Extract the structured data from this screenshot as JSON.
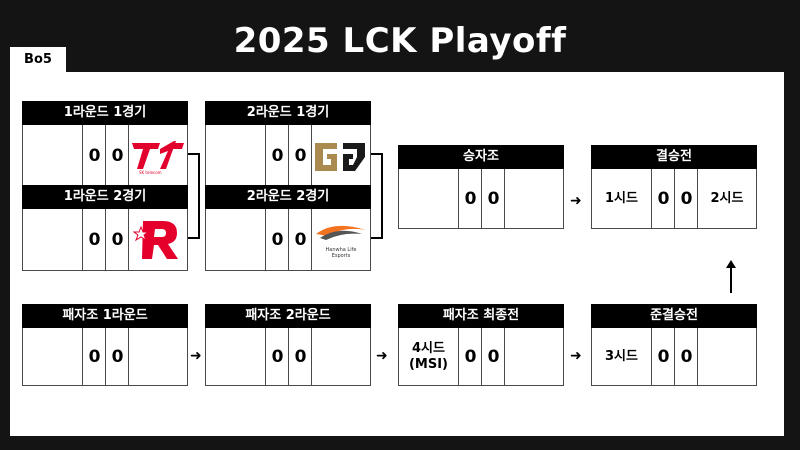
{
  "page": {
    "title": "2025 LCK Playoff",
    "format": "Bo5"
  },
  "matches": {
    "r1g1": {
      "title": "1라운드 1경기",
      "score_left": "0",
      "score_right": "0",
      "team_right": "T1",
      "team_right_logo_sub": "SK telecom"
    },
    "r1g2": {
      "title": "1라운드 2경기",
      "score_left": "0",
      "score_right": "0",
      "team_right": "KT Rolster"
    },
    "r2g1": {
      "title": "2라운드 1경기",
      "score_left": "0",
      "score_right": "0",
      "team_right": "Gen.G"
    },
    "r2g2": {
      "title": "2라운드 2경기",
      "score_left": "0",
      "score_right": "0",
      "team_right": "Hanwha Life Esports",
      "team_right_logo_text": "Hanwha Life\nEsports"
    },
    "winners": {
      "title": "승자조",
      "score_left": "0",
      "score_right": "0"
    },
    "final": {
      "title": "결승전",
      "seed_left": "1시드",
      "score_left": "0",
      "score_right": "0",
      "seed_right": "2시드"
    },
    "loser1": {
      "title": "패자조 1라운드",
      "score_left": "0",
      "score_right": "0"
    },
    "loser2": {
      "title": "패자조 2라운드",
      "score_left": "0",
      "score_right": "0"
    },
    "loserfinal": {
      "title": "패자조 최종전",
      "seed_left": "4시드\n(MSI)",
      "score_left": "0",
      "score_right": "0"
    },
    "semifinal": {
      "title": "준결승전",
      "seed_left": "3시드",
      "score_left": "0",
      "score_right": "0"
    }
  },
  "icons": {
    "arrow_right": "right-arrow-icon",
    "arrow_up": "up-arrow-icon",
    "t1_logo": "t1-logo-icon",
    "kt_logo": "kt-rolster-logo-icon",
    "geng_logo": "gen-g-logo-icon",
    "hle_logo": "hanwha-life-esports-logo-icon"
  },
  "colors": {
    "background": "#141414",
    "panel": "#ffffff",
    "header": "#000000",
    "t1_red": "#e2012d",
    "kt_red": "#e4002b",
    "geng_gold": "#aa8a4f",
    "hle_orange": "#f37321"
  }
}
